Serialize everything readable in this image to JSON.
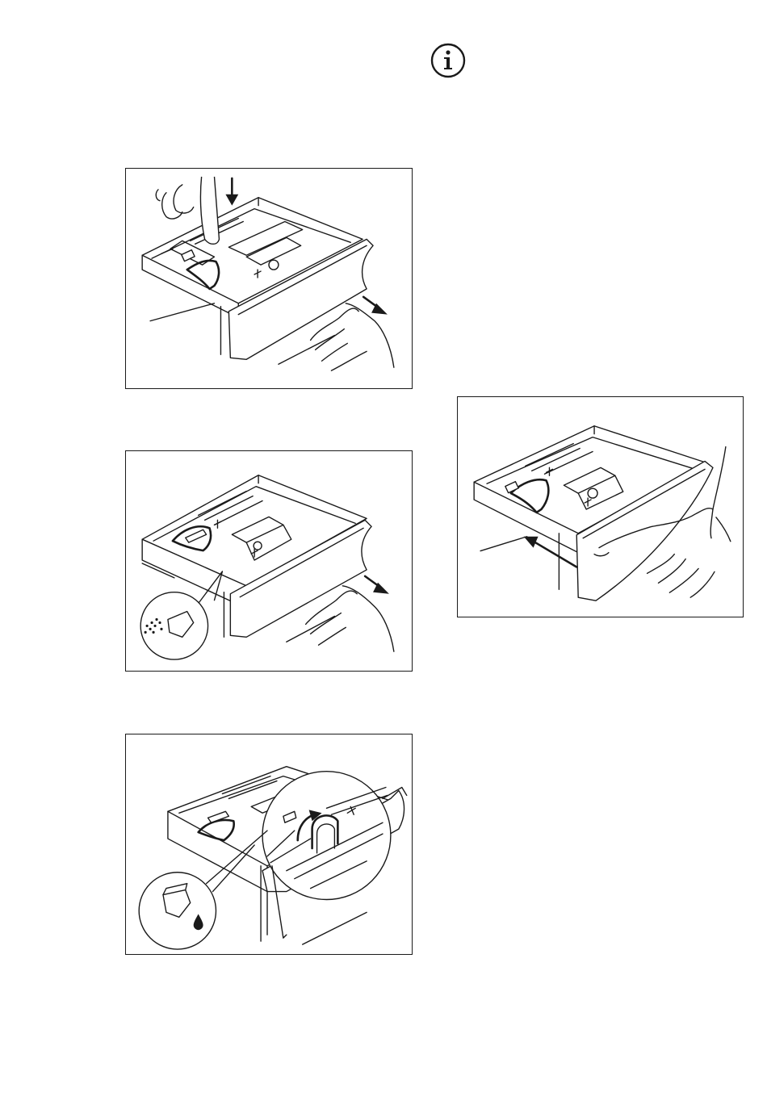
{
  "page": {
    "info_icon": "info-icon"
  },
  "figures": [
    {
      "id": "fig1",
      "icon": "drawer-release-pressed-icon"
    },
    {
      "id": "fig2",
      "icon": "powder-detergent-icon"
    },
    {
      "id": "fig3",
      "icon": "liquid-detergent-icon"
    },
    {
      "id": "fig4",
      "icon": "drawer-insert-arrow-icon"
    }
  ]
}
